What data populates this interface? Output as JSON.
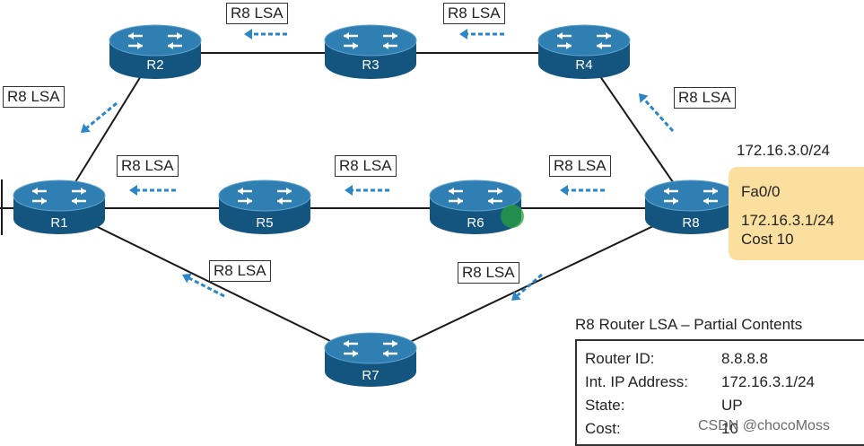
{
  "lsa_label": "R8 LSA",
  "routers": [
    {
      "id": "R1",
      "name": "R1"
    },
    {
      "id": "R2",
      "name": "R2"
    },
    {
      "id": "R3",
      "name": "R3"
    },
    {
      "id": "R4",
      "name": "R4"
    },
    {
      "id": "R5",
      "name": "R5"
    },
    {
      "id": "R6",
      "name": "R6"
    },
    {
      "id": "R7",
      "name": "R7"
    },
    {
      "id": "R8",
      "name": "R8"
    }
  ],
  "links": [
    [
      "R1",
      "R2"
    ],
    [
      "R2",
      "R3"
    ],
    [
      "R3",
      "R4"
    ],
    [
      "R4",
      "R8"
    ],
    [
      "R1",
      "R5"
    ],
    [
      "R5",
      "R6"
    ],
    [
      "R6",
      "R8"
    ],
    [
      "R1",
      "R7"
    ],
    [
      "R7",
      "R8"
    ]
  ],
  "subnet": "172.16.3.0/24",
  "interface": {
    "name": "Fa0/0",
    "address": "172.16.3.1/24",
    "cost": "Cost 10"
  },
  "lsa_table": {
    "title": "R8 Router LSA – Partial Contents",
    "rows": [
      {
        "key": "Router ID:",
        "value": "8.8.8.8"
      },
      {
        "key": "Int. IP Address:",
        "value": "172.16.3.1/24"
      },
      {
        "key": "State:",
        "value": "UP"
      },
      {
        "key": "Cost:",
        "value": "10"
      }
    ]
  },
  "watermark": "CSDN @chocoMoss",
  "colors": {
    "router_top": "#2f7fb3",
    "router_side": "#14557f",
    "arrow": "#2a86c8",
    "link": "#1a1a1a",
    "highlight": "#fbdf9f"
  }
}
